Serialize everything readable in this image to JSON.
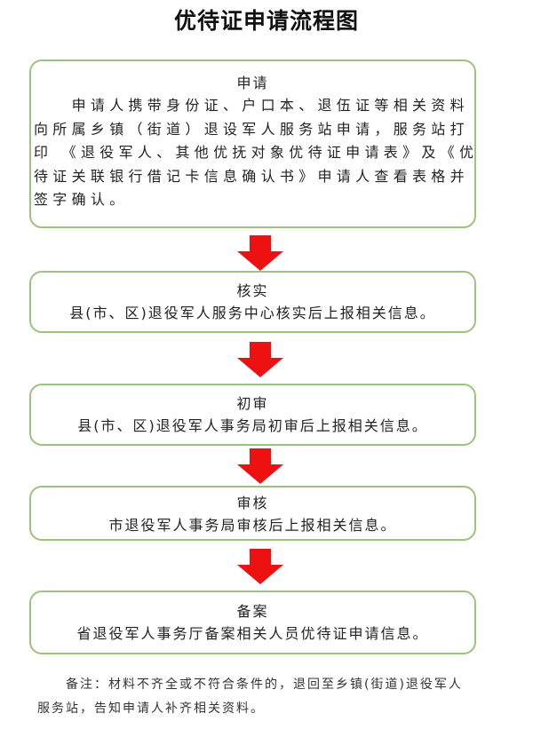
{
  "title": "优待证申请流程图",
  "steps": [
    {
      "heading": "申请",
      "lines": [
        "　　申请人携带身份证、户口本、退伍证等相关资料",
        "向所属乡镇（街道）退设军人服务站申请，服务站打",
        "印 《退役军人、其他优抚对象优待证申请表》及《优",
        "待证关联银行借记卡信息确认书》申请人查看表格并",
        "签字确认。"
      ]
    },
    {
      "heading": "核实",
      "text": "县(市、区)退役军人服务中心核实后上报相关信息。"
    },
    {
      "heading": "初审",
      "text": "县(市、区)退役军人事务局初审后上报相关信息。"
    },
    {
      "heading": "审核",
      "text": "市退役军人事务局审核后上报相关信息。"
    },
    {
      "heading": "备案",
      "text": "省退役军人事务厅备案相关人员优待证申请信息。"
    }
  ],
  "note": {
    "line1": "　　备注：材料不齐全或不符合条件的，退回至乡镇(街道)退役军人",
    "line2": "服务站，告知申请人补齐相关资料。"
  },
  "colors": {
    "border": "#9cc47e",
    "arrow": "#ee1111"
  }
}
